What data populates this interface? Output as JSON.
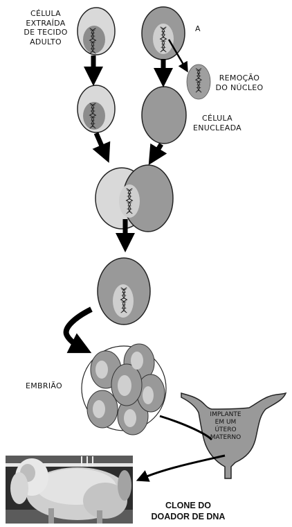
{
  "labels": {
    "adult_cell": [
      "CÉLULA",
      "EXTRAÍDA",
      "DE TECIDO",
      "ADULTO"
    ],
    "cell_a": "A",
    "nucleus_removal": [
      "REMOÇÃO",
      "DO NÚCLEO"
    ],
    "enucleated_cell": [
      "CÉLULA",
      "ENUCLEADA"
    ],
    "embryo": "EMBRIÃO",
    "uterus_implant": [
      "IMPLANTE",
      "EM UM",
      "ÚTERO",
      "MATERNO"
    ],
    "clone": [
      "CLONE DO",
      "DOADOR DE DNA"
    ]
  },
  "colors": {
    "cell_dark": "#999999",
    "cell_light": "#d9d9d9",
    "nucleus_light": "#cfcfcf",
    "nucleus_mid": "#8c8c8c",
    "arrow": "#000000",
    "outline": "#222222"
  },
  "icons": {
    "dna_helix": "dna-helix-icon",
    "sheep_photo": "sheep-photo"
  }
}
